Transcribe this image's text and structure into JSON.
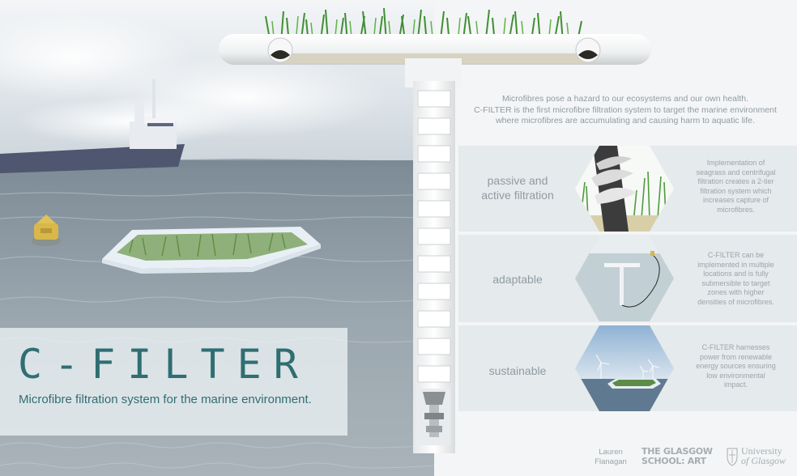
{
  "title": "C-FILTER",
  "subtitle": "Microfibre filtration system for the marine environment.",
  "intro": {
    "line1": "Microfibres pose a hazard to our ecosystems and our own health.",
    "line2": "C-FILTER is the first microfibre filtration system to target the marine environment",
    "line3": "where microfibres are accumulating and causing harm to aquatic life."
  },
  "features": [
    {
      "label_line1": "passive and",
      "label_line2": "active filtration",
      "desc": [
        "Implementation of",
        "seagrass and centrifugal",
        "filtration creates a 2-tier",
        "filtration system which",
        "increases capture of",
        "microfibres."
      ],
      "icon": "spiral-filter-image"
    },
    {
      "label_line1": "adaptable",
      "desc": [
        "C-FILTER can be",
        "implemented in multiple",
        "locations and is fully",
        "submersible to target",
        "zones with higher",
        "densities of microfibres."
      ],
      "icon": "submerged-filter-image"
    },
    {
      "label_line1": "sustainable",
      "desc": [
        "C-FILTER harnesses",
        "power from renewable",
        "energy sources ensuring",
        "low environmental",
        "impact."
      ],
      "icon": "wind-turbine-image"
    }
  ],
  "credits": {
    "author_first": "Lauren",
    "author_last": "Flanagan",
    "gsa_line1": "THE GLASGOW",
    "gsa_line2": "SCHOOL: ART",
    "uog_line1": "University",
    "uog_line2": "of Glasgow"
  },
  "colors": {
    "accent": "#2f6e72",
    "muted_text": "#8f9ca2",
    "band": "#e5eaec",
    "background": "#f4f5f6"
  }
}
